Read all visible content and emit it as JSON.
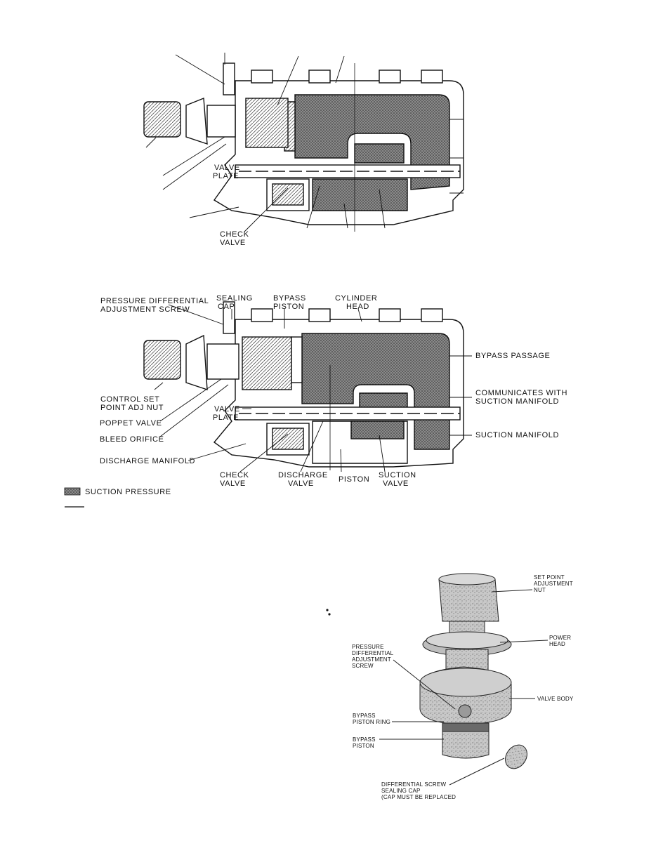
{
  "top_diagram": {
    "labels": {
      "valve_plate_1": "VALVE",
      "valve_plate_2": "PLATE",
      "check_valve_1": "CHECK",
      "check_valve_2": "VALVE"
    }
  },
  "middle_diagram": {
    "labels": {
      "pressure_diff_1": "PRESSURE DIFFERENTIAL",
      "pressure_diff_2": "ADJUSTMENT SCREW",
      "sealing_cap_1": "SEALING",
      "sealing_cap_2": "CAP",
      "bypass_piston_1": "BYPASS",
      "bypass_piston_2": "PISTON",
      "cylinder_head_1": "CYLINDER",
      "cylinder_head_2": "HEAD",
      "bypass_passage": "BYPASS PASSAGE",
      "communicates_1": "COMMUNICATES WITH",
      "communicates_2": "SUCTION MANIFOLD",
      "suction_manifold": "SUCTION MANIFOLD",
      "control_set_1": "CONTROL SET",
      "control_set_2": "POINT ADJ NUT",
      "poppet_valve": "POPPET VALVE",
      "bleed_orifice": "BLEED ORIFICE",
      "discharge_manifold": "DISCHARGE MANIFOLD",
      "valve_plate_1": "VALVE",
      "valve_plate_2": "PLATE",
      "check_valve_1": "CHECK",
      "check_valve_2": "VALVE",
      "discharge_valve_1": "DISCHARGE",
      "discharge_valve_2": "VALVE",
      "piston": "PISTON",
      "suction_valve_1": "SUCTION",
      "suction_valve_2": "VALVE"
    },
    "legend": {
      "suction_pressure": "SUCTION PRESSURE"
    }
  },
  "photo_diagram": {
    "labels": {
      "set_point_1": "SET POINT",
      "set_point_2": "ADJUSTMENT",
      "set_point_3": "NUT",
      "power_head_1": "POWER",
      "power_head_2": "HEAD",
      "pressure_diff_1": "PRESSURE",
      "pressure_diff_2": "DIFFERENTIAL",
      "pressure_diff_3": "ADJUSTMENT",
      "pressure_diff_4": "SCREW",
      "valve_body": "VALVE BODY",
      "bypass_ring_1": "BYPASS",
      "bypass_ring_2": "PISTON RING",
      "bypass_piston_1": "BYPASS",
      "bypass_piston_2": "PISTON",
      "sealing_cap_1": "DIFFERENTIAL SCREW",
      "sealing_cap_2": "SEALING CAP",
      "sealing_cap_3": "(CAP MUST BE REPLACED"
    }
  }
}
